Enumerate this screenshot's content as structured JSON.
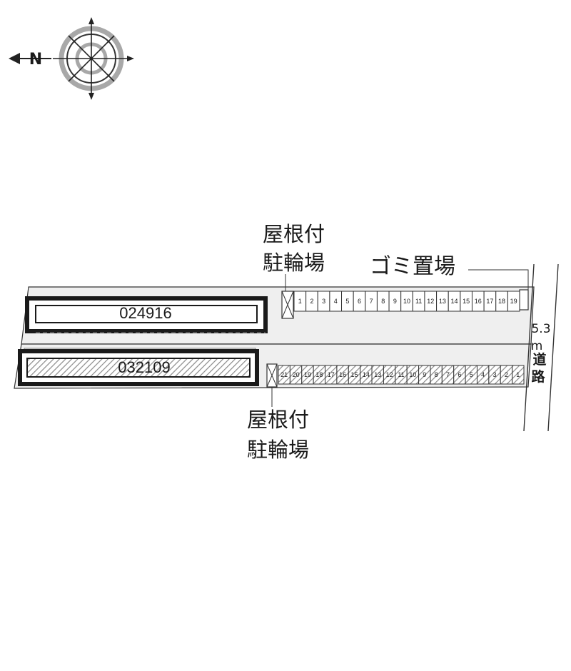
{
  "map": {
    "compass": {
      "icon": "compass-rose-icon",
      "north_label": "N",
      "north_direction": "left"
    },
    "buildings": [
      {
        "label": "024916",
        "pattern": "plain"
      },
      {
        "label": "032109",
        "pattern": "hatched"
      }
    ],
    "labels": {
      "bike_parking_top": [
        "屋根付",
        "駐輪場"
      ],
      "bike_parking_bottom": [
        "屋根付",
        "駐輪場"
      ],
      "garbage": "ゴミ置場",
      "road_width": "5.3",
      "road_unit": "m",
      "road_name": [
        "道",
        "路"
      ]
    },
    "parking_top": [
      "1",
      "2",
      "3",
      "4",
      "5",
      "6",
      "7",
      "8",
      "9",
      "10",
      "11",
      "12",
      "13",
      "14",
      "15",
      "16",
      "17",
      "18",
      "19"
    ],
    "parking_bottom": [
      "21",
      "20",
      "19",
      "18",
      "17",
      "16",
      "15",
      "14",
      "13",
      "12",
      "11",
      "10",
      "9",
      "8",
      "7",
      "6",
      "5",
      "4",
      "3",
      "2",
      "1"
    ],
    "colors": {
      "line": "#1a1a1a",
      "lot_fill": "#efefef",
      "hatch": "#8a8a8a",
      "compass_ring": "#a8a8a8"
    }
  }
}
